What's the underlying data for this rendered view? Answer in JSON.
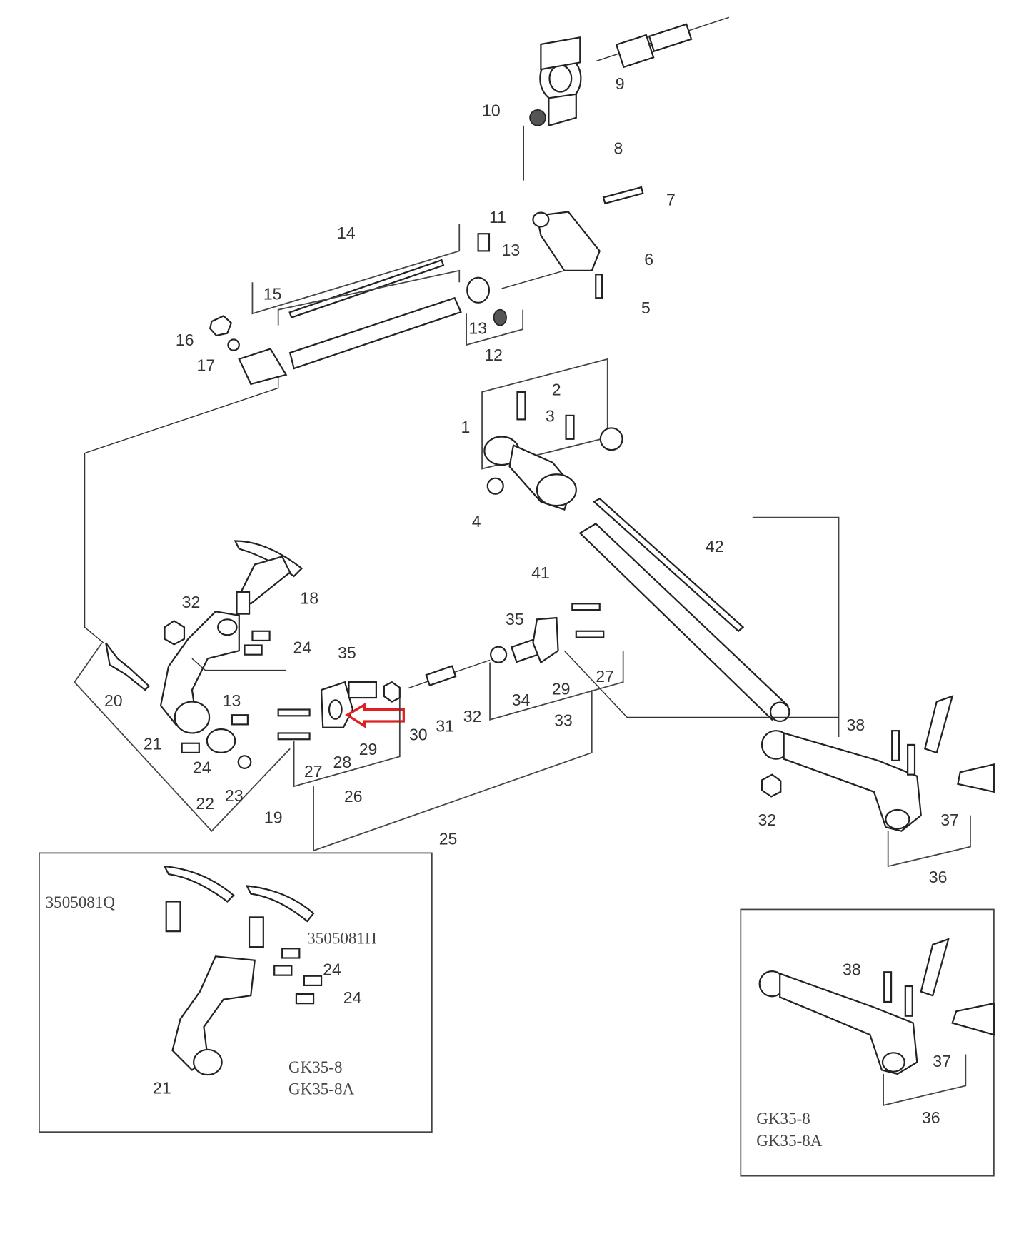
{
  "diagram": {
    "main_labels": [
      "9",
      "10",
      "8",
      "7",
      "11",
      "13",
      "6",
      "5",
      "14",
      "15",
      "13",
      "12",
      "16",
      "17",
      "1",
      "2",
      "3",
      "4",
      "42",
      "41",
      "18",
      "32",
      "24",
      "35",
      "35",
      "20",
      "13",
      "21",
      "24",
      "22",
      "23",
      "19",
      "27",
      "28",
      "29",
      "26",
      "30",
      "31",
      "32",
      "34",
      "29",
      "27",
      "33",
      "25",
      "38",
      "37",
      "32",
      "36"
    ],
    "inset_left": {
      "part_a": "3505081Q",
      "part_b": "3505081H",
      "labels": [
        "24",
        "24",
        "21"
      ],
      "models": [
        "GK35-8",
        "GK35-8A"
      ]
    },
    "inset_right": {
      "labels": [
        "38",
        "37",
        "36"
      ],
      "models": [
        "GK35-8",
        "GK35-8A"
      ]
    },
    "highlight_color": "#e02020"
  }
}
